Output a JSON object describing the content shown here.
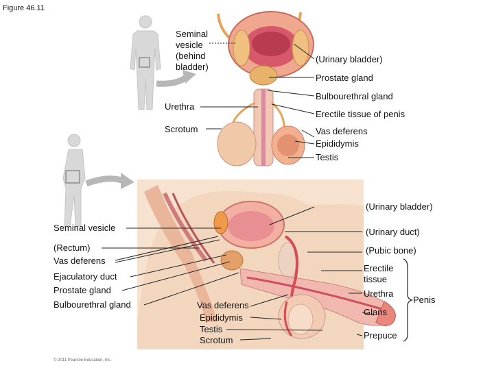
{
  "figure_label": "Figure 46.11",
  "copyright": "© 2011 Pearson Education, Inc.",
  "top_view": {
    "seminal_vesicle": [
      "Seminal",
      "vesicle",
      "(behind",
      "bladder)"
    ],
    "urinary_bladder": "(Urinary bladder)",
    "prostate_gland": "Prostate gland",
    "bulbourethral_gland": "Bulbourethral gland",
    "urethra": "Urethra",
    "erectile_tissue_penis": "Erectile tissue of penis",
    "scrotum": "Scrotum",
    "vas_deferens": "Vas deferens",
    "epididymis": "Epididymis",
    "testis": "Testis"
  },
  "side_view": {
    "urinary_bladder": "(Urinary bladder)",
    "seminal_vesicle": "Seminal vesicle",
    "urinary_duct": "(Urinary duct)",
    "rectum": "(Rectum)",
    "pubic_bone": "(Pubic bone)",
    "vas_deferens_left": "Vas deferens",
    "erectile_tissue": [
      "Erectile",
      "tissue"
    ],
    "ejaculatory_duct": "Ejaculatory duct",
    "prostate_gland": "Prostate gland",
    "urethra": "Urethra",
    "penis": "Penis",
    "bulbourethral_gland": "Bulbourethral gland",
    "vas_deferens_center": "Vas deferens",
    "glans": "Glans",
    "epididymis": "Epididymis",
    "testis": "Testis",
    "prepuce": "Prepuce",
    "scrotum": "Scrotum"
  }
}
